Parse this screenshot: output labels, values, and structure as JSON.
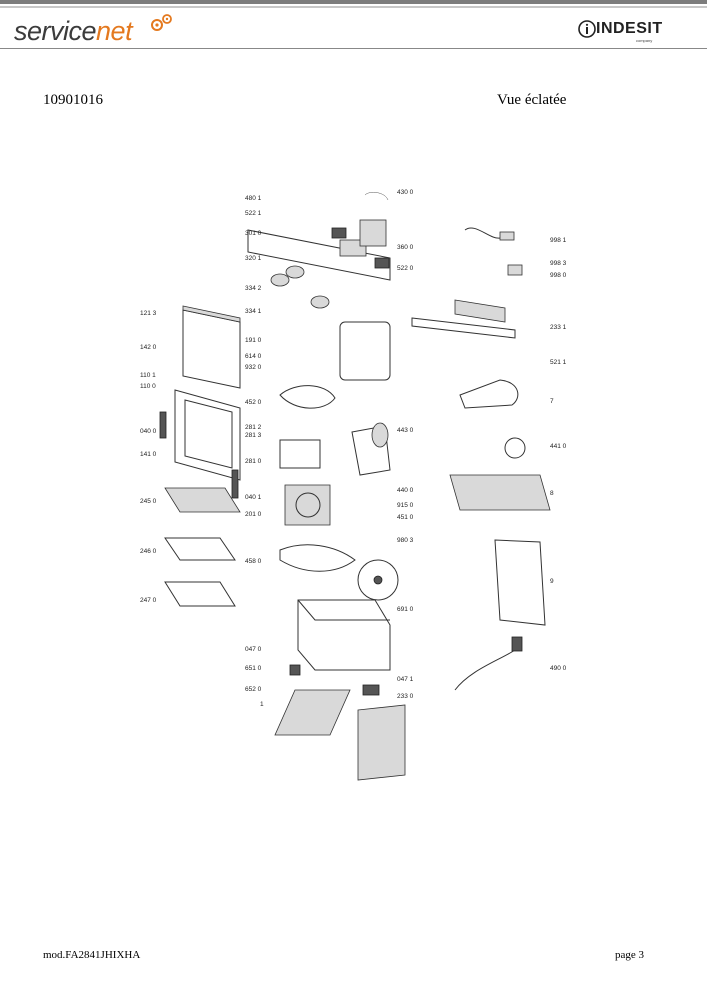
{
  "header": {
    "brand_service": "service",
    "brand_net": "net",
    "brand_indesit": "INDESIT",
    "brand_company": "company"
  },
  "document": {
    "code": "10901016",
    "title": "Vue éclatée",
    "model": "mod.FA2841JHIXHA",
    "page": "page 3"
  },
  "colors": {
    "accent": "#e4791f",
    "text": "#000000",
    "rule": "#888888"
  },
  "diagram": {
    "labels": [
      "480 1",
      "522 1",
      "301 0",
      "320 1",
      "334 2",
      "334 1",
      "430 0",
      "360 0",
      "522 0",
      "121 3",
      "142 0",
      "110 1",
      "110 0",
      "040 0",
      "141 0",
      "245 0",
      "246 0",
      "247 0",
      "191 0",
      "614 0",
      "932 0",
      "452 0",
      "281 2",
      "281 3",
      "281 0",
      "201 0",
      "040 1",
      "458 0",
      "047 0",
      "651 0",
      "652 0",
      "1",
      "443 0",
      "440 0",
      "915 0",
      "451 0",
      "980 3",
      "691 0",
      "047 1",
      "233 0",
      "998 1",
      "998 3",
      "998 0",
      "233 1",
      "521 1",
      "7",
      "441 0",
      "8",
      "9",
      "490 0"
    ]
  }
}
